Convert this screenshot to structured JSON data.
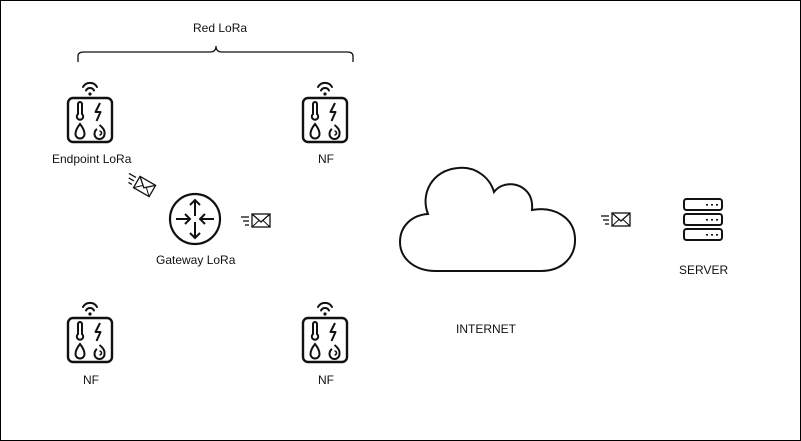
{
  "diagram": {
    "group_label": "Red LoRa",
    "nodes": {
      "endpoint": {
        "label": "Endpoint LoRa",
        "icon": "iot-sensor-icon"
      },
      "nf_top": {
        "label": "NF",
        "icon": "iot-sensor-icon"
      },
      "nf_bottom_left": {
        "label": "NF",
        "icon": "iot-sensor-icon"
      },
      "nf_bottom_right": {
        "label": "NF",
        "icon": "iot-sensor-icon"
      },
      "gateway": {
        "label": "Gateway LoRa",
        "icon": "router-icon"
      },
      "internet": {
        "label": "INTERNET",
        "icon": "cloud-icon"
      },
      "server": {
        "label": "SERVER",
        "icon": "server-rack-icon"
      }
    },
    "messages": [
      "message-envelope-icon",
      "message-envelope-icon",
      "message-envelope-icon"
    ],
    "colors": {
      "stroke": "#111111",
      "background": "#ffffff",
      "frame": "#000000"
    }
  }
}
